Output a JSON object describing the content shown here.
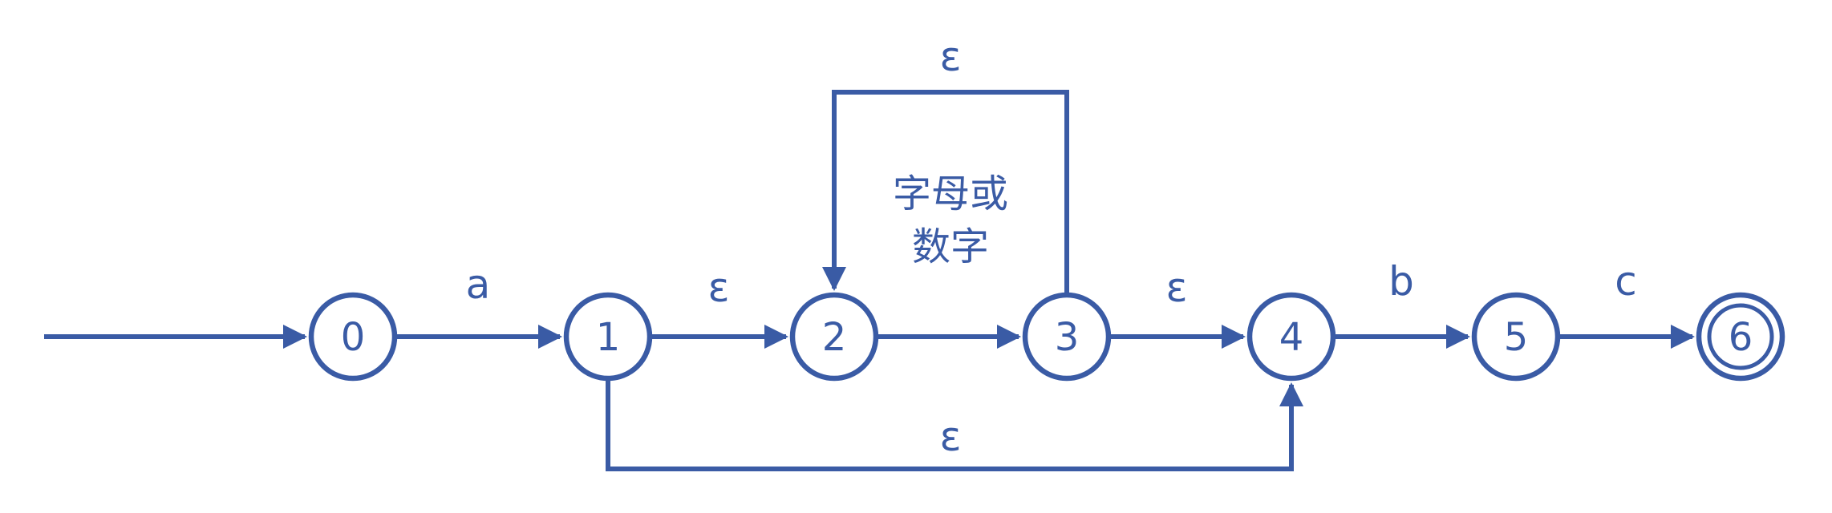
{
  "diagram": {
    "kind": "nfa-state-transition-diagram",
    "accent_color": "#3a5ba5",
    "background_color": "#ffffff",
    "states": [
      {
        "id": 0,
        "label": "0",
        "accepting": false,
        "start": true
      },
      {
        "id": 1,
        "label": "1",
        "accepting": false,
        "start": false
      },
      {
        "id": 2,
        "label": "2",
        "accepting": false,
        "start": false
      },
      {
        "id": 3,
        "label": "3",
        "accepting": false,
        "start": false
      },
      {
        "id": 4,
        "label": "4",
        "accepting": false,
        "start": false
      },
      {
        "id": 5,
        "label": "5",
        "accepting": false,
        "start": false
      },
      {
        "id": 6,
        "label": "6",
        "accepting": true,
        "start": false
      }
    ],
    "transitions": [
      {
        "from": "start",
        "to": "0",
        "label": ""
      },
      {
        "from": "0",
        "to": "1",
        "label": "a"
      },
      {
        "from": "1",
        "to": "2",
        "label": "ε"
      },
      {
        "from": "2",
        "to": "3",
        "label": "字母或数字",
        "label_lines": [
          "字母或",
          "数字"
        ]
      },
      {
        "from": "3",
        "to": "2",
        "label": "ε",
        "path": "top-loop"
      },
      {
        "from": "3",
        "to": "4",
        "label": "ε"
      },
      {
        "from": "4",
        "to": "5",
        "label": "b"
      },
      {
        "from": "5",
        "to": "6",
        "label": "c"
      },
      {
        "from": "1",
        "to": "4",
        "label": "ε",
        "path": "bottom-bypass"
      }
    ]
  }
}
